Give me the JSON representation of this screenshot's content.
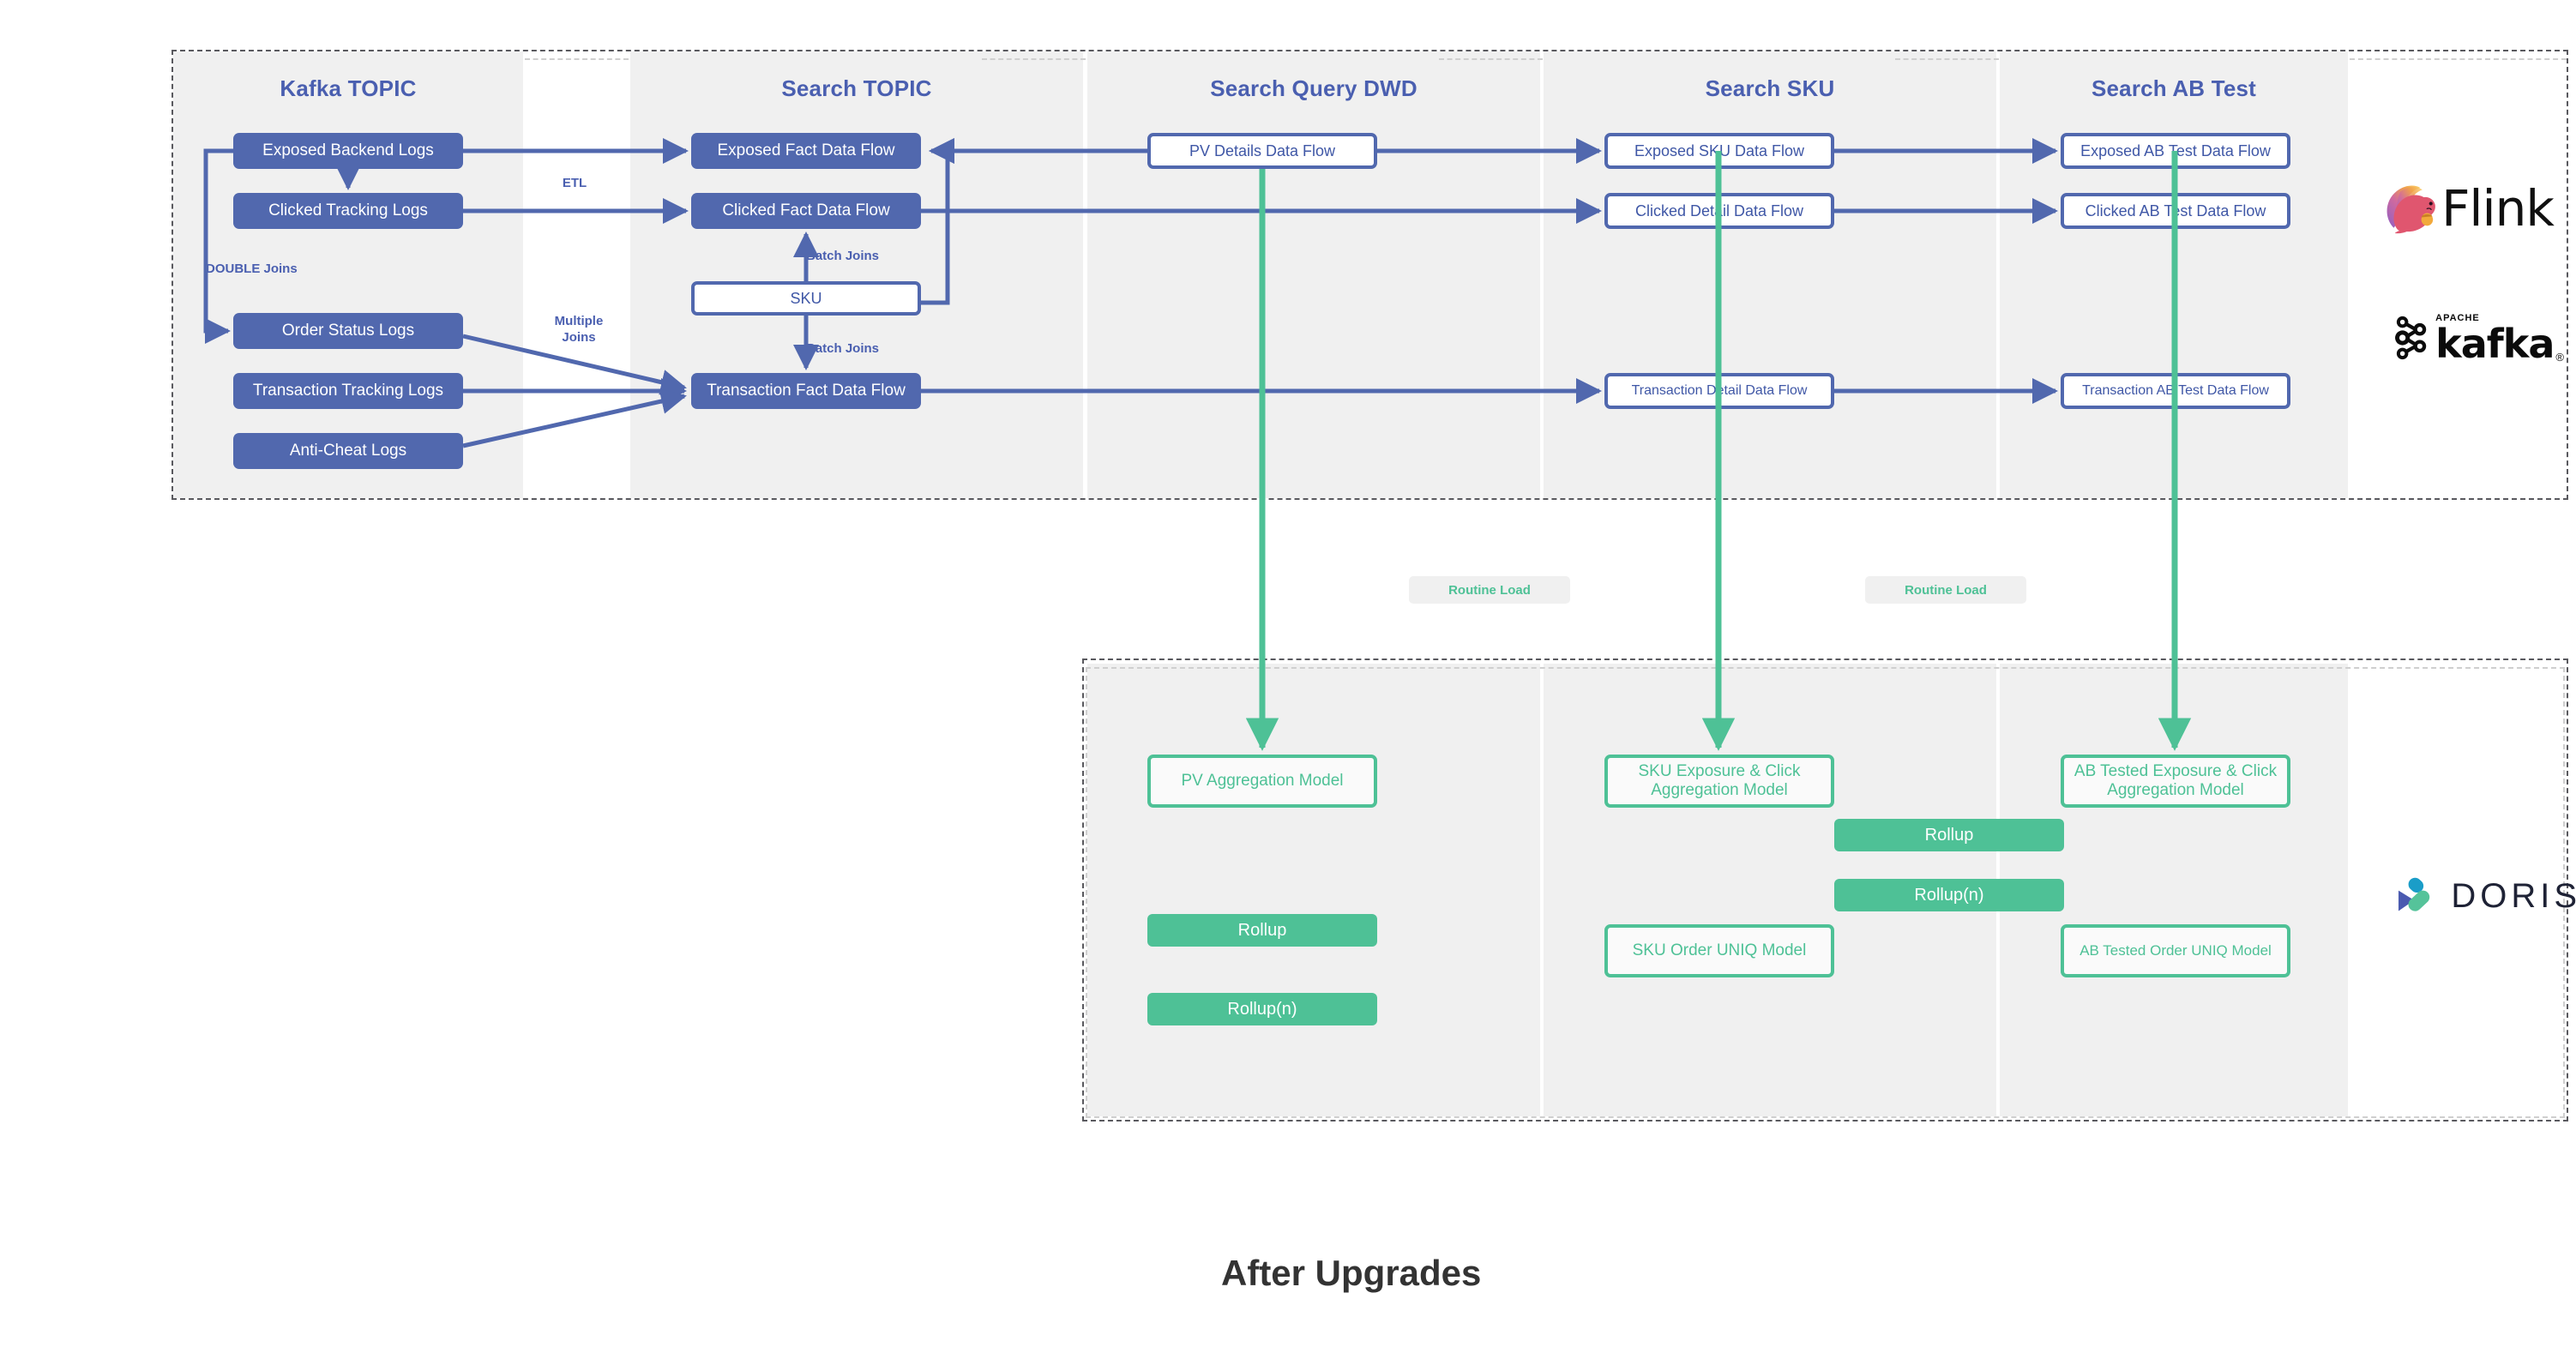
{
  "caption": "After Upgrades",
  "colors": {
    "blue": "#5168ae",
    "blue_text": "#3f57a6",
    "green": "#4ec196",
    "band": "#f0f0f0",
    "dash_outer": "#59595e",
    "dash_inner": "#cfcfcf"
  },
  "columns": [
    {
      "title": "Kafka TOPIC"
    },
    {
      "title": "Search TOPIC"
    },
    {
      "title": "Search Query DWD"
    },
    {
      "title": "Search SKU"
    },
    {
      "title": "Search AB Test"
    }
  ],
  "kafka_topic": {
    "nodes": [
      {
        "label": "Exposed Backend Logs"
      },
      {
        "label": "Clicked Tracking Logs"
      },
      {
        "label": "Order Status Logs"
      },
      {
        "label": "Transaction Tracking Logs"
      },
      {
        "label": "Anti-Cheat Logs"
      }
    ],
    "double_joins_label": "DOUBLE Joins"
  },
  "search_topic": {
    "nodes": [
      {
        "label": "Exposed Fact Data Flow"
      },
      {
        "label": "Clicked Fact Data Flow"
      },
      {
        "label": "SKU"
      },
      {
        "label": "Transaction Fact Data Flow"
      }
    ],
    "etl_label": "ETL",
    "multiple_joins_label": "Multiple\nJoins",
    "batch_joins_upper": "Batch Joins",
    "batch_joins_lower": "Batch Joins"
  },
  "search_query_dwd": {
    "nodes": [
      {
        "label": "PV Details Data Flow"
      }
    ]
  },
  "search_sku": {
    "nodes": [
      {
        "label": "Exposed SKU Data Flow"
      },
      {
        "label": "Clicked Detail Data Flow"
      },
      {
        "label": "Transaction Detail Data Flow"
      }
    ]
  },
  "search_ab_test": {
    "nodes": [
      {
        "label": "Exposed AB Test Data Flow"
      },
      {
        "label": "Clicked AB Test Data Flow"
      },
      {
        "label": "Transaction AB Test Data Flow"
      }
    ]
  },
  "routine_loads": [
    {
      "label": "Routine Load"
    },
    {
      "label": "Routine Load"
    }
  ],
  "doris_layer": {
    "pv": {
      "model": "PV Aggregation Model",
      "rollup": "Rollup",
      "rollup_n": "Rollup(n)"
    },
    "sku": {
      "model": "SKU Exposure & Click Aggregation Model",
      "uniq": "SKU Order UNIQ Model",
      "rollup": "Rollup",
      "rollup_n": "Rollup(n)"
    },
    "ab": {
      "model": "AB Tested Exposure & Click Aggregation Model",
      "uniq": "AB Tested Order UNIQ Model"
    }
  },
  "logos": {
    "flink": "Flink",
    "kafka_apache": "APACHE",
    "kafka": "kafka",
    "kafka_reg": "®",
    "doris": "DORIS"
  }
}
